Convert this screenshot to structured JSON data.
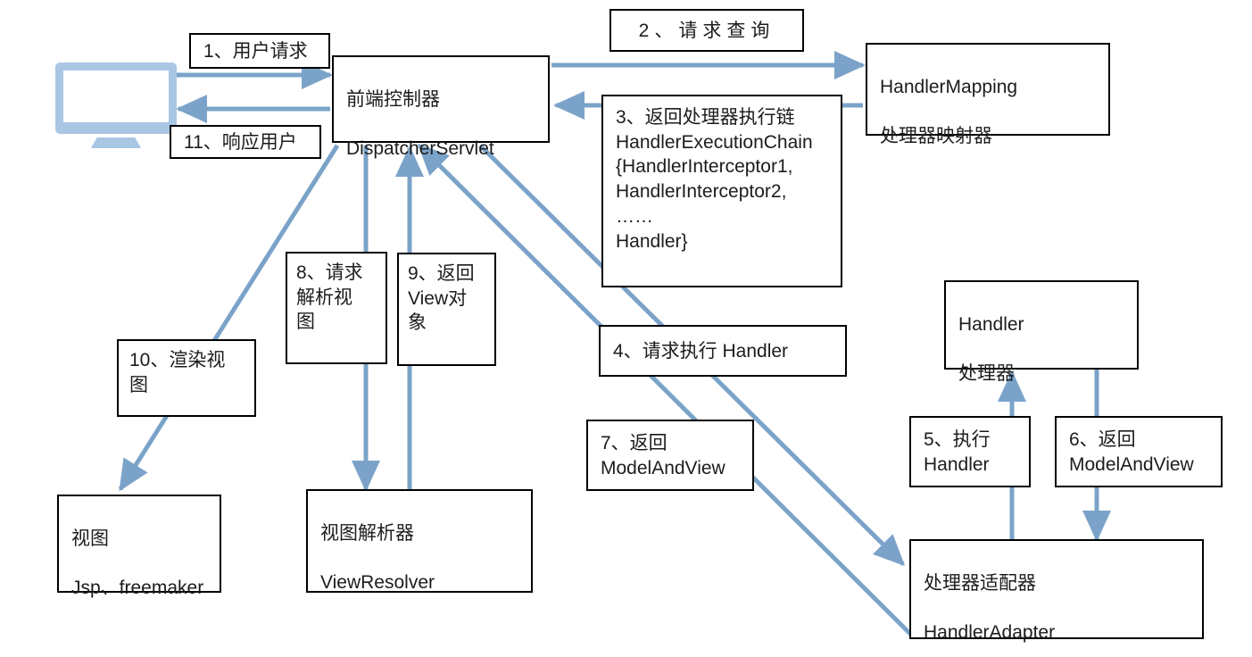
{
  "diagram": {
    "title": "Spring MVC 请求处理流程图",
    "arrow_color": "#7ba3c9",
    "box_border_color": "#000000",
    "monitor_color": "#a9c7e5",
    "text_color": "#1c1c1c"
  },
  "nodes": {
    "client": {
      "name": "用户浏览器",
      "icon": "monitor-icon"
    },
    "dispatcher": {
      "line1": "前端控制器",
      "line2": "DispatcherServlet"
    },
    "handler_mapping": {
      "line1": "HandlerMapping",
      "line2": "处理器映射器"
    },
    "handler": {
      "line1": "Handler",
      "line2": "处理器"
    },
    "handler_adapter": {
      "line1": "处理器适配器",
      "line2": "HandlerAdapter"
    },
    "view_resolver": {
      "line1": "视图解析器",
      "line2": "ViewResolver"
    },
    "view": {
      "line1": "视图",
      "line2": "Jsp、freemaker"
    }
  },
  "steps": {
    "s1": "1、用户请求",
    "s2": "2、请求查询",
    "s3": "3、返回处理器执行链\nHandlerExecutionChain\n{HandlerInterceptor1,\nHandlerInterceptor2,\n……\nHandler}",
    "s4": "4、请求执行 Handler",
    "s5": "5、执行\nHandler",
    "s6": "6、返回\nModelAndView",
    "s7": "7、返回\nModelAndView",
    "s8": "8、请求\n解析视\n图",
    "s9": "9、返回\nView对\n象",
    "s10": "10、渲染视\n图",
    "s11": "11、响应用户"
  }
}
